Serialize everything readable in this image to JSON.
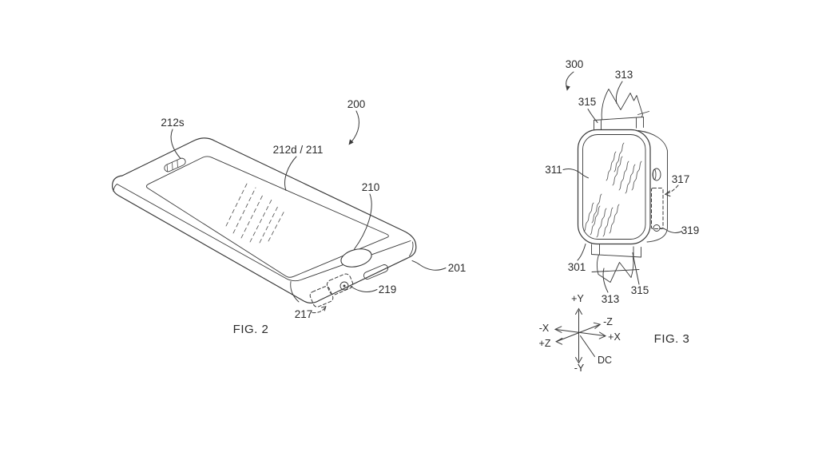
{
  "page": {
    "background_color": "#ffffff",
    "line_color": "#3a3a3a",
    "text_color": "#2b2b2b"
  },
  "figure2": {
    "caption": "FIG. 2",
    "labels": {
      "device": "200",
      "speaker": "212s",
      "display": "212d / 211",
      "home_button": "210",
      "housing": "201",
      "connector": "219",
      "region": "217"
    }
  },
  "figure3": {
    "caption": "FIG. 3",
    "labels": {
      "device": "300",
      "display": "311",
      "housing": "301",
      "band_top": "313",
      "band_bottom": "313",
      "lug_top": "315",
      "lug_bottom": "315",
      "crown_region": "317",
      "port": "319"
    },
    "axes": {
      "y_pos": "+Y",
      "y_neg": "-Y",
      "x_pos": "+X",
      "x_neg": "-X",
      "z_pos": "+Z",
      "z_neg": "-Z",
      "label": "DC"
    }
  }
}
